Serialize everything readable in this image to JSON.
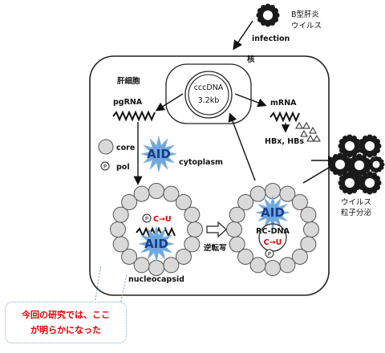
{
  "virus": {
    "label_line1": "B型肝炎",
    "label_line2": "ウイルス",
    "infection": "infection"
  },
  "cell": {
    "label": "肝細胞"
  },
  "nucleus": {
    "label": "核",
    "cccdna_line1": "cccDNA",
    "cccdna_line2": "3.2kb"
  },
  "cytoplasm_side": {
    "pgrna": "pgRNA",
    "core": "core",
    "pol": "pol",
    "p_symbol": "P",
    "aid": "AID",
    "cytoplasm": "cytoplasm"
  },
  "nuc_side": {
    "mrna": "mRNA",
    "hbx_hbs": "HBx, HBs"
  },
  "capsid_left": {
    "p_symbol": "P",
    "c_to_u": "C→U",
    "aid": "AID",
    "label": "nucleocapsid"
  },
  "capsid_right": {
    "aid": "AID",
    "rc_dna": "RC-DNA",
    "c_to_u": "C→U",
    "p_symbol": "P"
  },
  "reverse_transcription": "逆転写",
  "secretion": {
    "line1": "ウイルス",
    "line2": "粒子分泌"
  },
  "callout": {
    "line1": "今回の研究では、ここ",
    "line2": "が明らかになった"
  },
  "colors": {
    "aid_blue": "#6fa8dc",
    "red_text": "#e00000",
    "bead_gray": "#d9d9d9"
  }
}
